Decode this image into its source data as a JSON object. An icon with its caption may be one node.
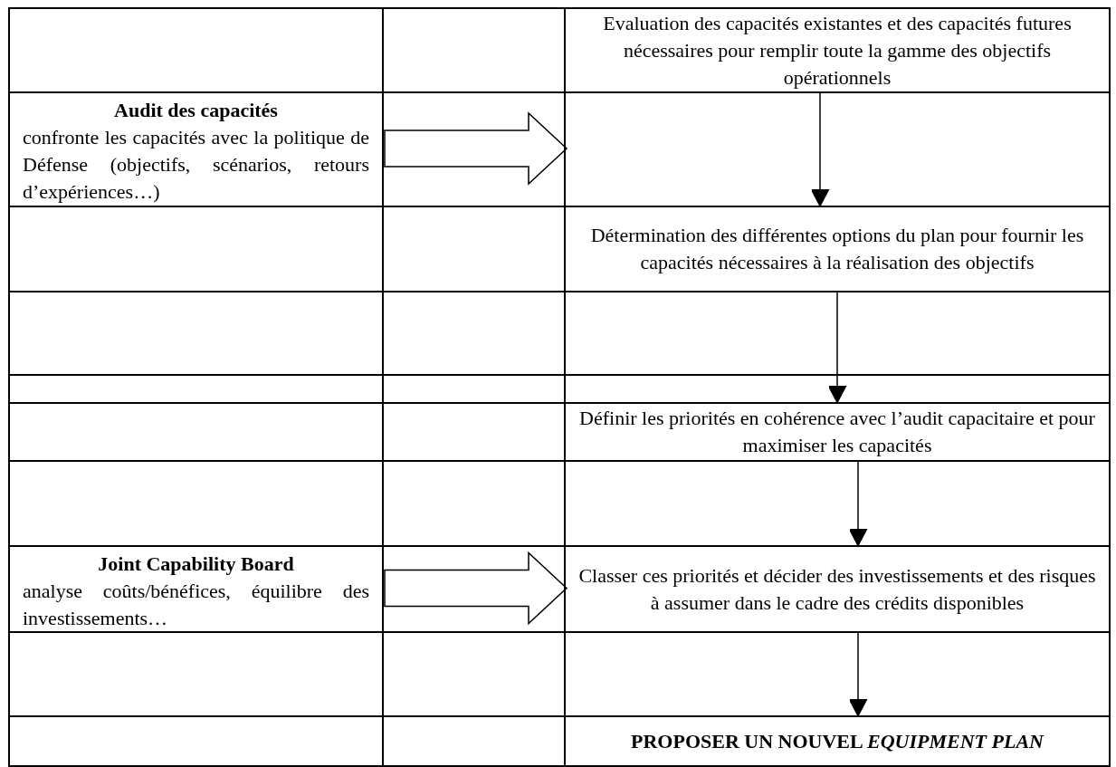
{
  "diagram": {
    "nodes": [
      {
        "text": [
          "Audit des capacités",
          "confronte les capacités avec la politique de Défense (objectifs, scénarios, retours d’expériences…)"
        ]
      },
      {
        "text": [
          "Evaluation des capacités existantes et des capacités futures nécessaires pour remplir toute la gamme des objectifs opérationnels"
        ]
      },
      {
        "text": [
          "Détermination des différentes options du plan pour fournir les capacités nécessaires à la réalisation des objectifs"
        ]
      },
      {
        "text": [
          "Définir les priorités en cohérence avec l’audit capacitaire et pour maximiser les capacités"
        ]
      },
      {
        "text": [
          "Joint Capability Board",
          "analyse coûts/bénéfices, équilibre des investissements…"
        ]
      },
      {
        "text": [
          "Classer ces priorités et décider des investissements et des risques à assumer dans le cadre des crédits disponibles"
        ]
      },
      {
        "text": [
          "PROPOSER UN NOUVEL *EQUIPMENT PLAN*"
        ]
      }
    ],
    "edges": [
      {
        "from": 0,
        "to": null,
        "arrow": "to",
        "style": "thick"
      },
      {
        "from": 1,
        "to": 2,
        "arrow": "to"
      },
      {
        "from": 2,
        "to": 3,
        "arrow": "to"
      },
      {
        "from": 3,
        "to": 5,
        "arrow": "to"
      },
      {
        "from": 4,
        "to": 5,
        "arrow": "to",
        "style": "thick"
      },
      {
        "from": 5,
        "to": 6,
        "arrow": "to"
      }
    ]
  }
}
